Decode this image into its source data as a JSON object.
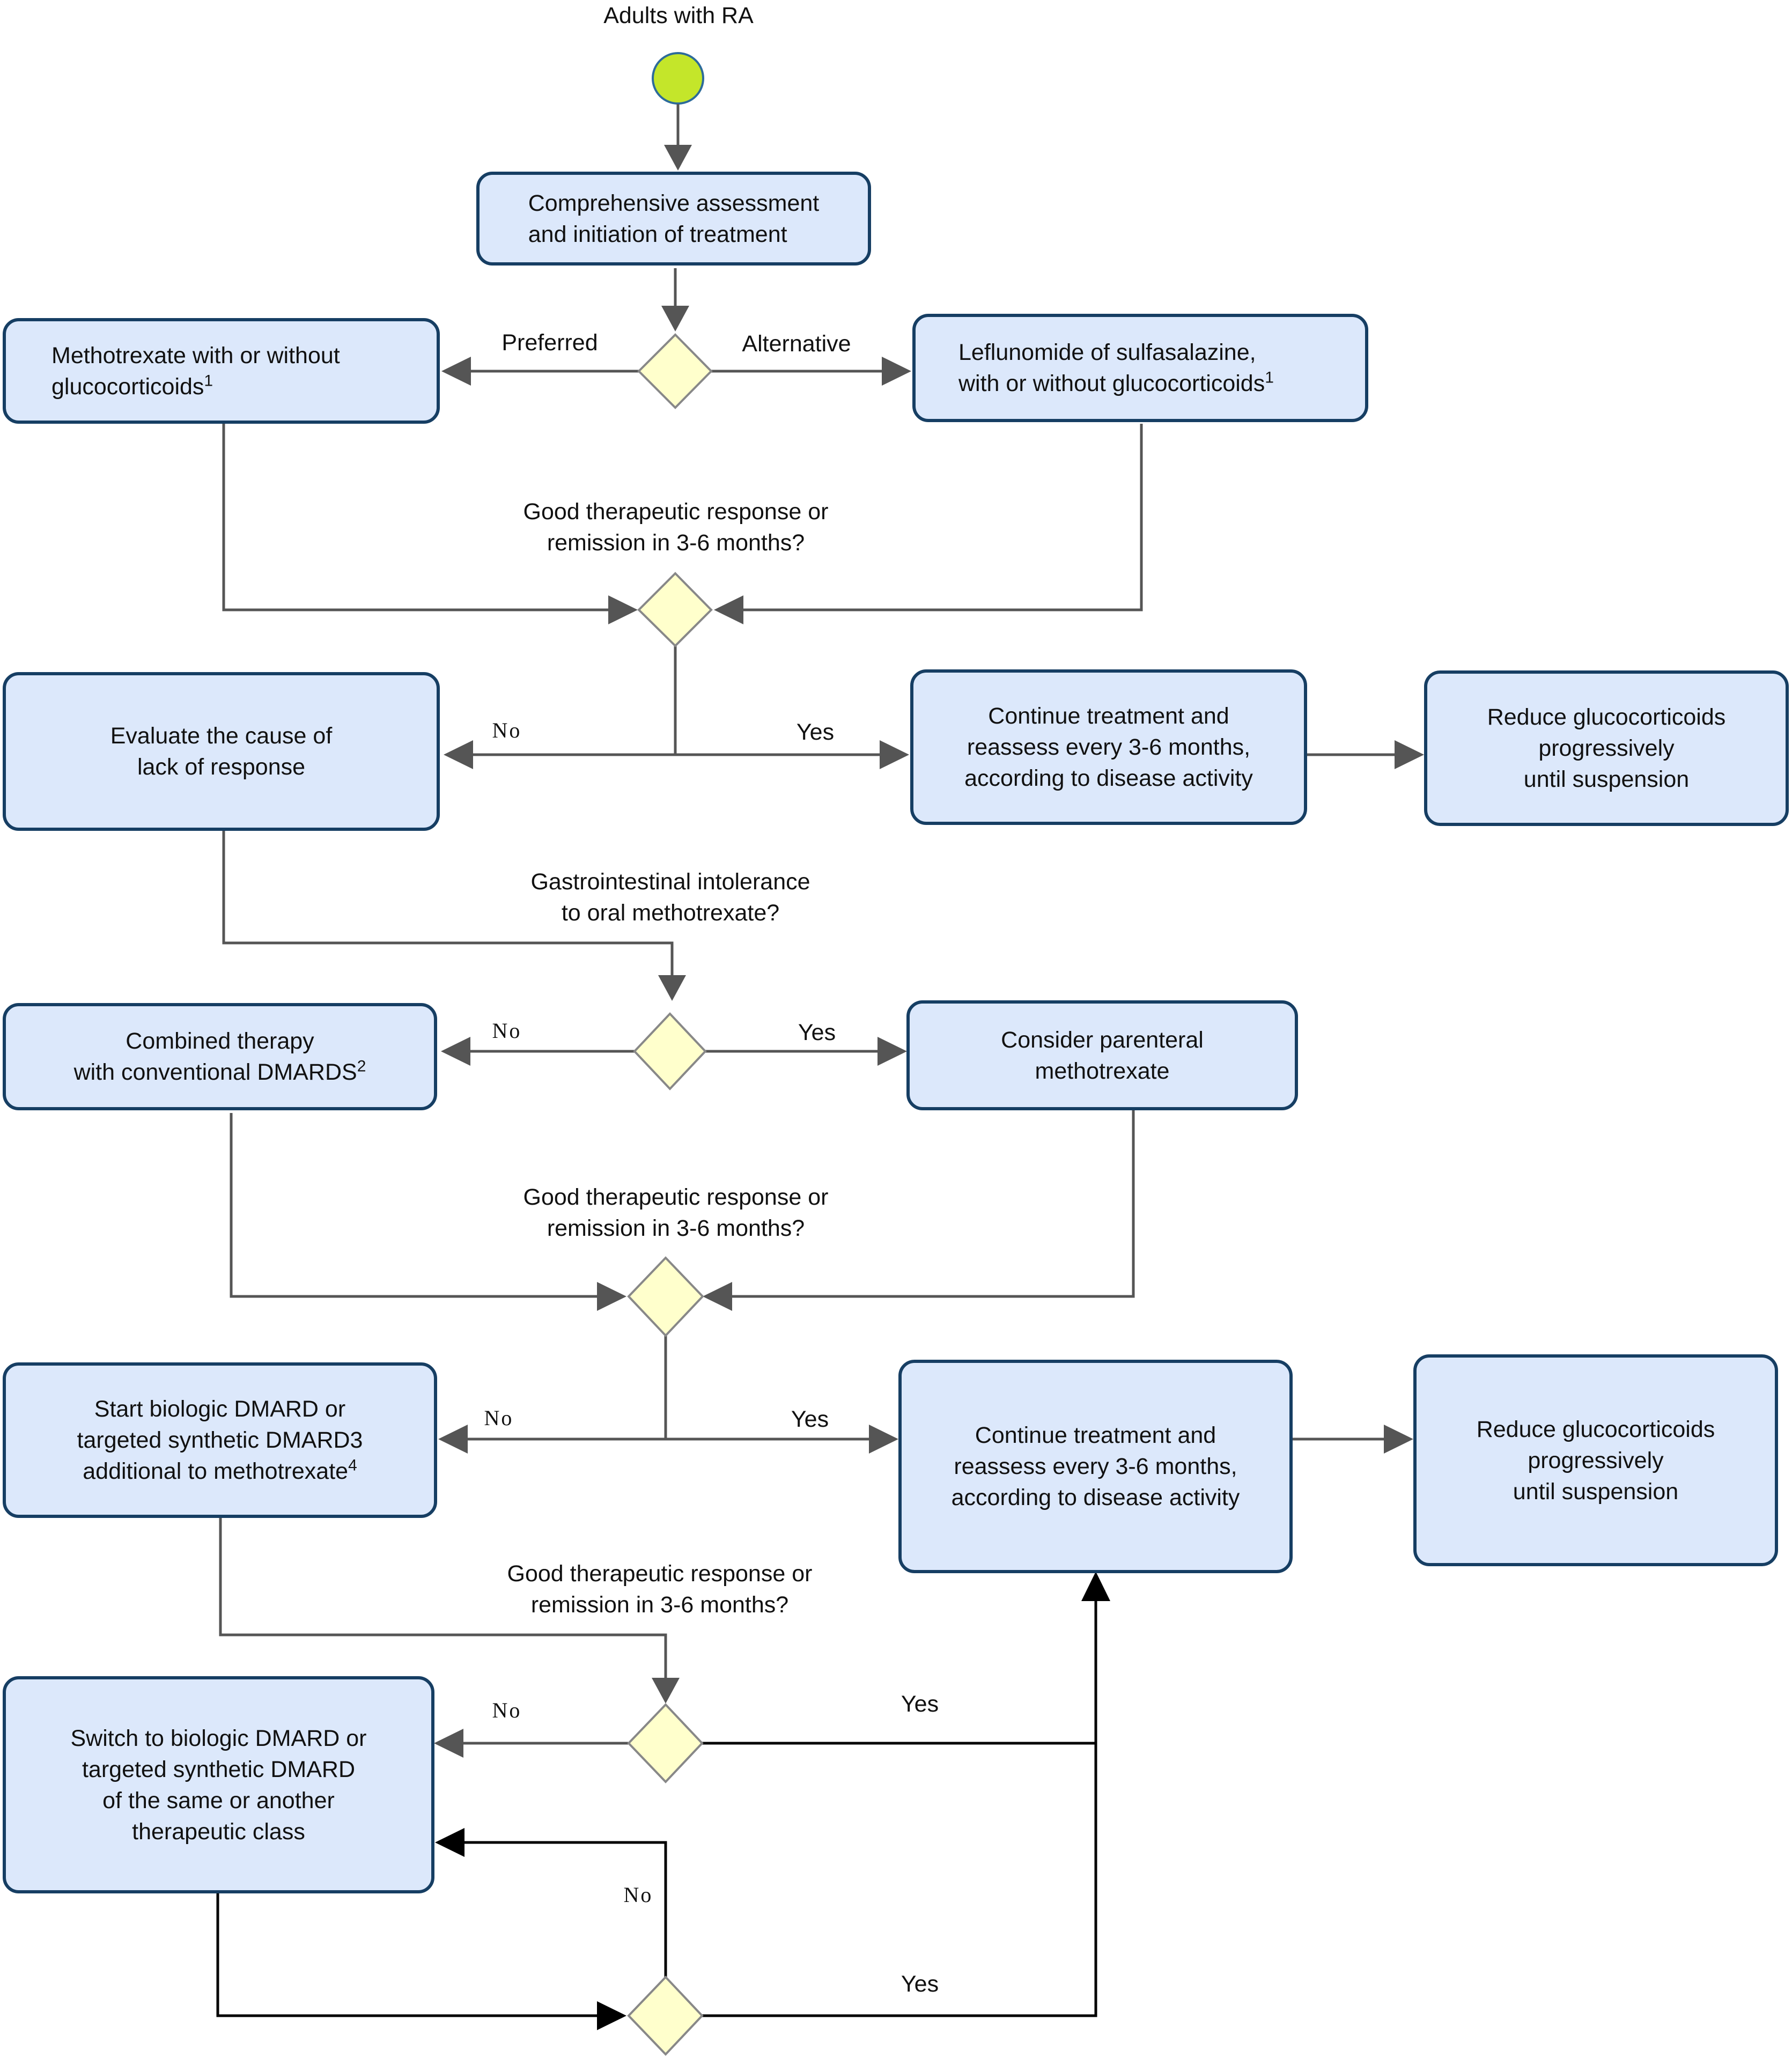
{
  "start_label": "Adults with RA",
  "nodes": {
    "assessment": {
      "lines": [
        "Comprehensive assessment",
        "and initiation of treatment"
      ]
    },
    "methotrexate": {
      "text": "Methotrexate with or without",
      "text2": "glucocorticoids",
      "sup": "1"
    },
    "leflunomide": {
      "text": "Leflunomide of sulfasalazine,",
      "text2": "with or without glucocorticoids",
      "sup": "1"
    },
    "evaluate": {
      "lines": [
        "Evaluate the cause of",
        "lack of response"
      ]
    },
    "continue1": {
      "lines": [
        "Continue treatment and",
        "reassess every 3-6 months,",
        "according to disease activity"
      ]
    },
    "reduce1": {
      "lines": [
        "Reduce glucocorticoids",
        "progressively",
        "until suspension"
      ]
    },
    "combined": {
      "text": "Combined therapy",
      "text2": "with conventional DMARDS",
      "sup": "2"
    },
    "parenteral": {
      "lines": [
        "Consider parenteral",
        "methotrexate"
      ]
    },
    "biologic": {
      "text": "Start biologic DMARD or",
      "text2": "targeted synthetic DMARD3",
      "text3": "additional to methotrexate",
      "sup": "4"
    },
    "continue2": {
      "lines": [
        "Continue treatment and",
        "reassess every 3-6 months,",
        "according to disease activity"
      ]
    },
    "reduce2": {
      "lines": [
        "Reduce glucocorticoids",
        "progressively",
        "until suspension"
      ]
    },
    "switch": {
      "lines": [
        "Switch to biologic DMARD or",
        "targeted synthetic DMARD",
        "of the same or another",
        "therapeutic class"
      ]
    }
  },
  "questions": {
    "q1": [
      "Good therapeutic response or",
      "remission in 3-6 months?"
    ],
    "q2": [
      "Gastrointestinal intolerance",
      "to oral methotrexate?"
    ],
    "q3": [
      "Good therapeutic response or",
      "remission in 3-6 months?"
    ],
    "q4": [
      "Good therapeutic response or",
      "remission in 3-6 months?"
    ]
  },
  "edge_labels": {
    "preferred": "Preferred",
    "alternative": "Alternative",
    "no1": "No",
    "yes1": "Yes",
    "no2": "No",
    "yes2": "Yes",
    "no3": "No",
    "yes3": "Yes",
    "no4": "No",
    "yes4": "Yes",
    "no5": "No",
    "yes5": "Yes"
  },
  "colors": {
    "box_fill": "#dce8fb",
    "box_border": "#163e63",
    "diamond_fill": "#ffffcc",
    "start_fill": "#c4e62a",
    "start_border": "#2d6b9a",
    "line_gray": "#555555",
    "line_black": "#000000"
  }
}
